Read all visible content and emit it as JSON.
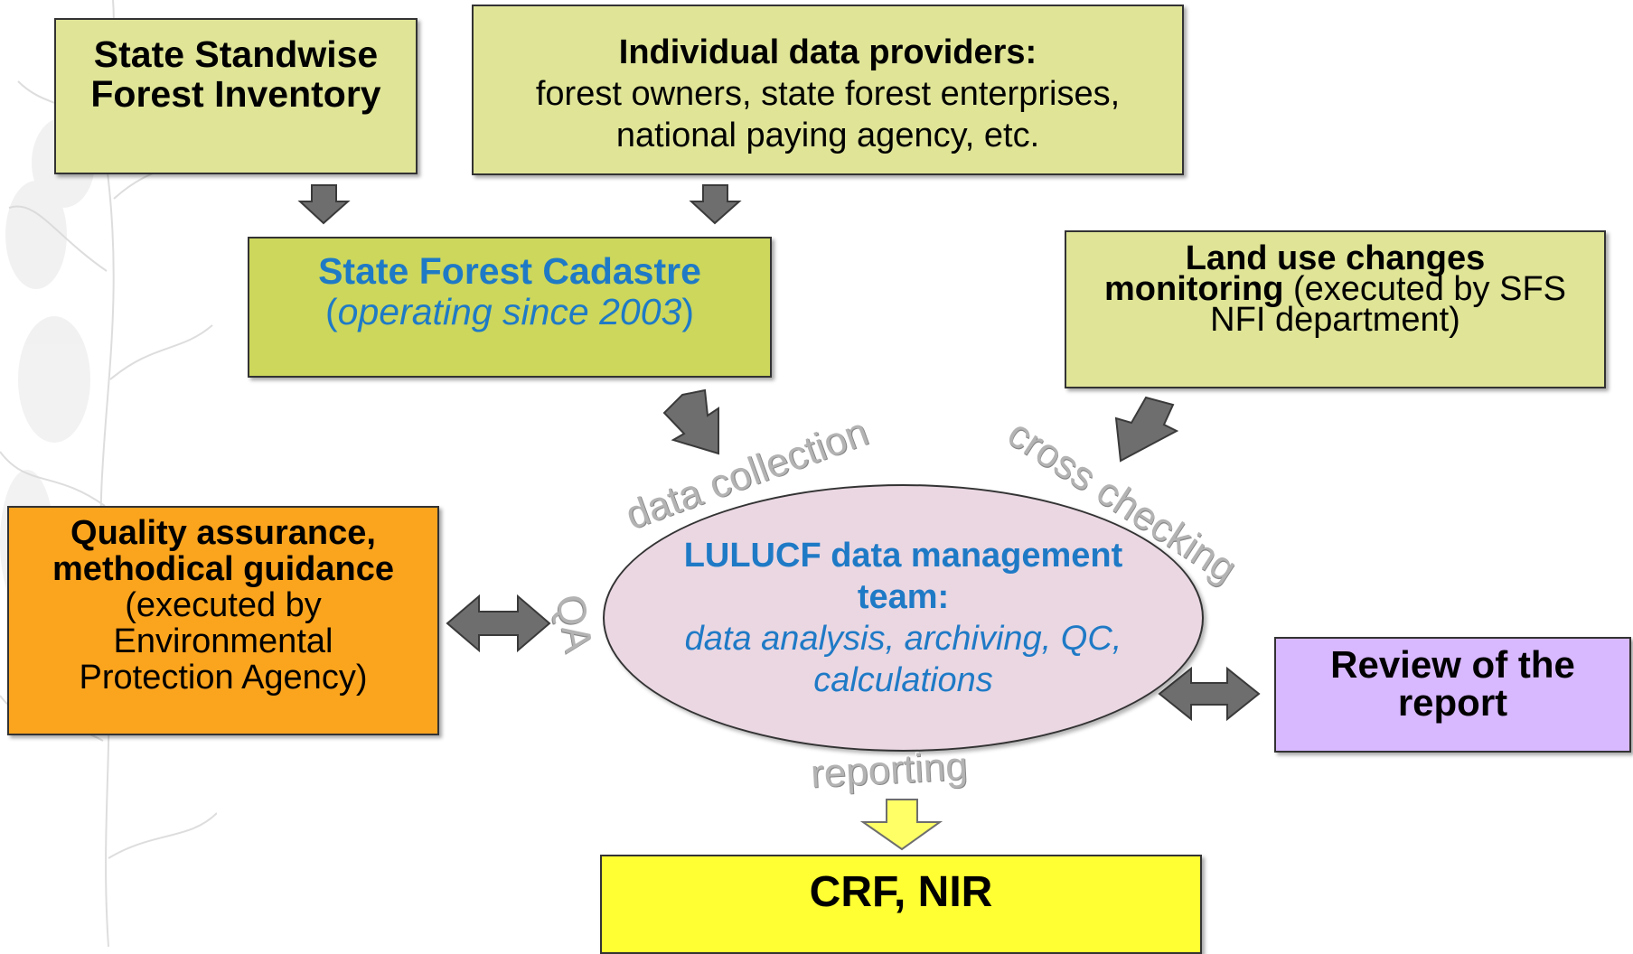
{
  "boxes": {
    "inventory": {
      "title_line1": "State Standwise",
      "title_line2": "Forest Inventory"
    },
    "providers": {
      "title": "Individual data providers:",
      "line1": "forest owners, state forest enterprises,",
      "line2": "national paying agency, etc."
    },
    "cadastre": {
      "title": "State Forest Cadastre",
      "open_paren": "(",
      "subtitle": "operating since 2003",
      "close_paren": ")"
    },
    "land_use": {
      "title_line1": "Land use changes",
      "title_line2_bold": "monitoring",
      "title_line2_rest": " (executed by SFS",
      "line3": "NFI department)"
    },
    "quality": {
      "title_line1": "Quality assurance,",
      "title_line2": "methodical guidance",
      "line3": "(executed by",
      "line4": "Environmental",
      "line5": "Protection Agency)"
    },
    "review": {
      "title_line1": "Review of the",
      "title_line2": "report"
    },
    "crf": {
      "title": "CRF, NIR"
    }
  },
  "center": {
    "title_line1": "LULUCF data management",
    "title_line2": "team:",
    "desc_line1": "data analysis, archiving, QC,",
    "desc_line2": "calculations"
  },
  "labels": {
    "data_collection": "data collection",
    "cross_checking": "cross checking",
    "qa": "QA",
    "reporting": "reporting"
  },
  "colors": {
    "green_light": "#dfe497",
    "green_mid": "#ccd75c",
    "orange": "#fba41e",
    "purple": "#d8b8ff",
    "yellow": "#ffff33",
    "ellipse": "#ead7e2",
    "arrow_gray": "#6e6e6e",
    "label_gray": "#b3b3b3",
    "title_blue": "#1f7ac6"
  }
}
